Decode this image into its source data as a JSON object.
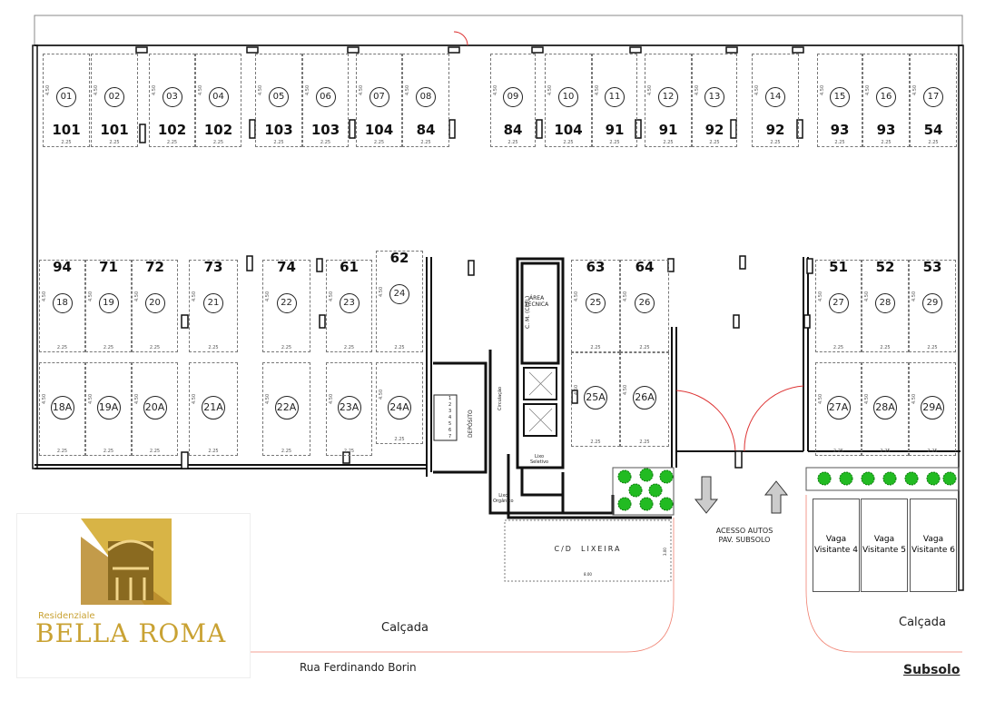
{
  "plan": {
    "title": "Subsolo",
    "street": "Rua Ferdinando Borin",
    "sidewalk_left": "Calçada",
    "sidewalk_right": "Calçada",
    "access": "ACESSO AUTOS\nPAV. SUBSOLO",
    "stall_width": "2.25",
    "stall_length": "4.50",
    "rooms": {
      "technical": "ÁREA\nTÉCNICA",
      "meter": "C. M. (CPFL)",
      "circulation": "Circulação",
      "deposit": "DEPÓSITO",
      "selective_trash": "Lixo\nSeletivo",
      "organic_trash": "Lixo\nOrgânico",
      "trash_area": "C/D  LIXEIRA",
      "trash_w": "8.00",
      "trash_h": "3.00",
      "stairs": [
        "1",
        "2",
        "3",
        "4",
        "5",
        "6",
        "7"
      ]
    },
    "logo": {
      "small": "Residenziale",
      "name": "BELLA ROMA"
    },
    "colors": {
      "wall": "#111111",
      "door_swing": "#d33333",
      "plants": "#22bb22",
      "logo_gold": "#c9a233"
    }
  },
  "stalls": [
    {
      "spot": "01",
      "unit": "101"
    },
    {
      "spot": "02",
      "unit": "101"
    },
    {
      "spot": "03",
      "unit": "102"
    },
    {
      "spot": "04",
      "unit": "102"
    },
    {
      "spot": "05",
      "unit": "103"
    },
    {
      "spot": "06",
      "unit": "103"
    },
    {
      "spot": "07",
      "unit": "104"
    },
    {
      "spot": "08",
      "unit": "84"
    },
    {
      "spot": "09",
      "unit": "84"
    },
    {
      "spot": "10",
      "unit": "104"
    },
    {
      "spot": "11",
      "unit": "91"
    },
    {
      "spot": "12",
      "unit": "91"
    },
    {
      "spot": "13",
      "unit": "92"
    },
    {
      "spot": "14",
      "unit": "92"
    },
    {
      "spot": "15",
      "unit": "93"
    },
    {
      "spot": "16",
      "unit": "93"
    },
    {
      "spot": "17",
      "unit": "54"
    },
    {
      "spot": "18",
      "unit": "94"
    },
    {
      "spot": "19",
      "unit": "71"
    },
    {
      "spot": "20",
      "unit": "72"
    },
    {
      "spot": "21",
      "unit": "73"
    },
    {
      "spot": "22",
      "unit": "74"
    },
    {
      "spot": "23",
      "unit": "61"
    },
    {
      "spot": "24",
      "unit": "62"
    },
    {
      "spot": "25",
      "unit": "63"
    },
    {
      "spot": "26",
      "unit": "64"
    },
    {
      "spot": "27",
      "unit": "51"
    },
    {
      "spot": "28",
      "unit": "52"
    },
    {
      "spot": "29",
      "unit": "53"
    },
    {
      "spot": "18A",
      "unit": ""
    },
    {
      "spot": "19A",
      "unit": ""
    },
    {
      "spot": "20A",
      "unit": ""
    },
    {
      "spot": "21A",
      "unit": ""
    },
    {
      "spot": "22A",
      "unit": ""
    },
    {
      "spot": "23A",
      "unit": ""
    },
    {
      "spot": "24A",
      "unit": ""
    },
    {
      "spot": "25A",
      "unit": ""
    },
    {
      "spot": "26A",
      "unit": ""
    },
    {
      "spot": "27A",
      "unit": ""
    },
    {
      "spot": "28A",
      "unit": ""
    },
    {
      "spot": "29A",
      "unit": ""
    }
  ],
  "visitors": [
    "Vaga\nVisitante 4",
    "Vaga\nVisitante 5",
    "Vaga\nVisitante 6"
  ]
}
